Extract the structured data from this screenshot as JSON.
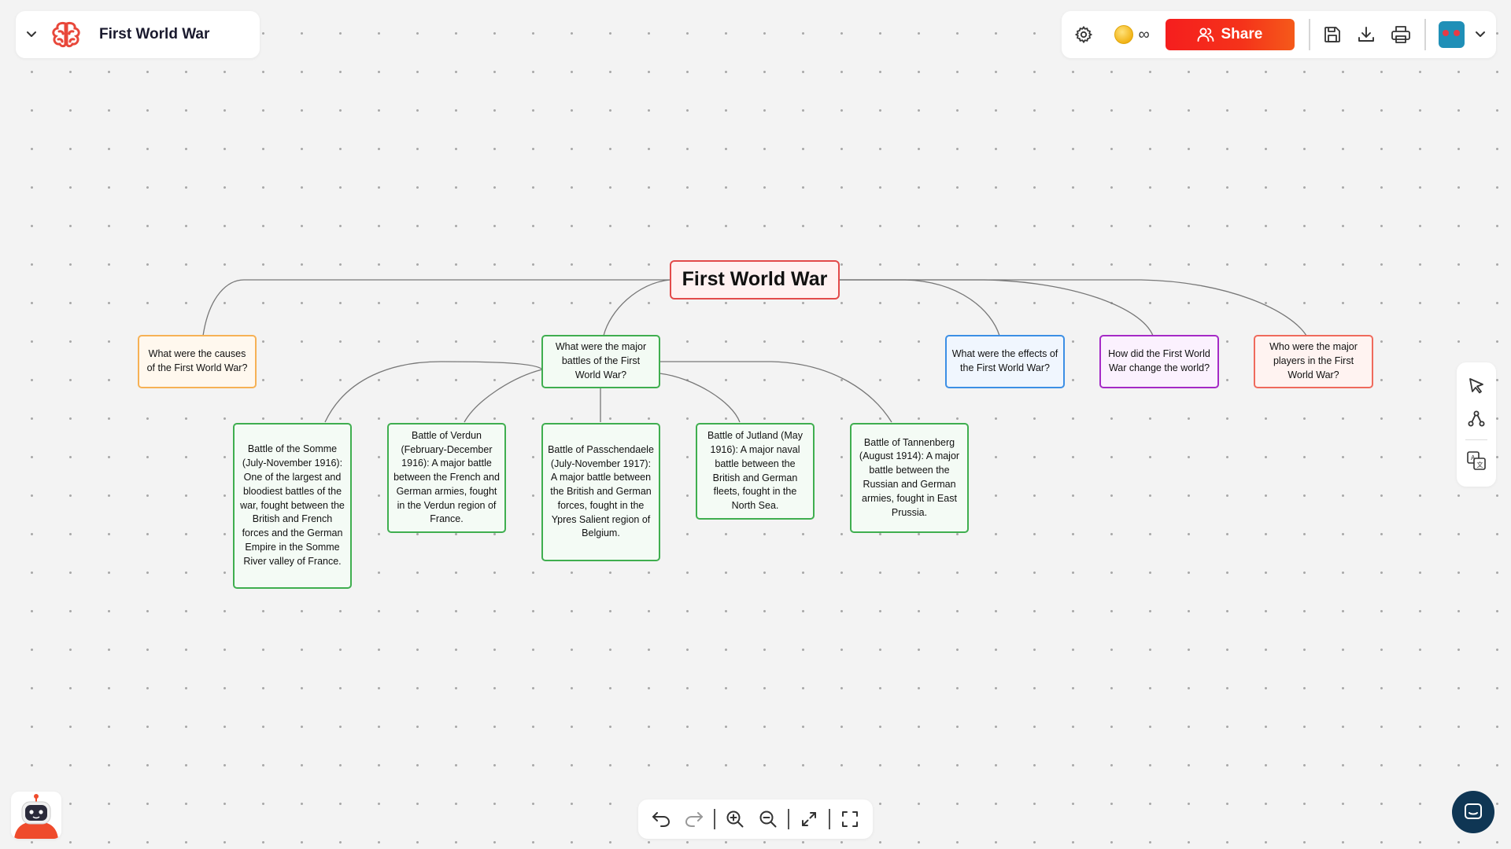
{
  "header": {
    "title": "First World War",
    "credits_symbol": "∞",
    "share_label": "Share"
  },
  "mindmap": {
    "root": "First World War",
    "questions": [
      "What were the causes of the First World War?",
      "What were the major battles of the First World War?",
      "What were the effects of the First World War?",
      "How did the First World War change the world?",
      "Who were the major players in the First World War?"
    ],
    "battles": [
      "Battle of the Somme (July-November 1916): One of the largest and bloodiest battles of the war, fought between the British and French forces and the German Empire in the Somme River valley of France.",
      "Battle of Verdun (February-December 1916): A major battle between the French and German armies, fought in the Verdun region of France.",
      "Battle of Passchendaele (July-November 1917): A major battle between the British and German forces, fought in the Ypres Salient region of Belgium.",
      "Battle of Jutland (May 1916): A major naval battle between the British and German fleets, fought in the North Sea.",
      "Battle of Tannenberg (August 1914): A major battle between the Russian and German armies, fought in East Prussia."
    ]
  },
  "colors": {
    "share_gradient_start": "#f51e1e",
    "share_gradient_end": "#f55a1a",
    "root_border": "#e34a4a",
    "question_orange": "#f6b155",
    "question_green": "#3fae4f",
    "question_blue": "#3c8fe5",
    "question_purple": "#a52ac6",
    "question_salmon": "#ef6a5c",
    "chat_button": "#0f3654"
  },
  "icons": {
    "title_panel": [
      "chevron-down-icon",
      "brain-logo-icon"
    ],
    "top_right": [
      "gear-icon",
      "coin-icon",
      "users-icon",
      "save-icon",
      "download-icon",
      "printer-icon",
      "avatar",
      "chevron-down-icon"
    ],
    "right_tools": [
      "cursor-icon",
      "connector-icon",
      "translate-icon"
    ],
    "bottom_toolbar": [
      "undo-icon",
      "redo-icon",
      "zoom-in-icon",
      "zoom-out-icon",
      "fit-screen-icon",
      "fullscreen-icon"
    ],
    "other": [
      "robot-assistant-icon",
      "chat-icon"
    ]
  }
}
